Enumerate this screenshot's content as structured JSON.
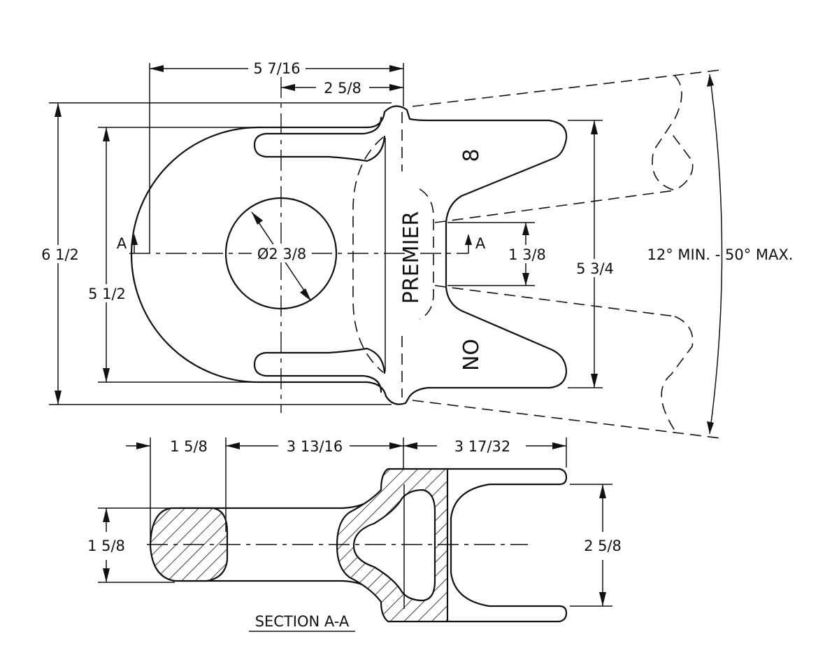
{
  "view": {
    "top_view": {
      "dim_overall_length": "5 7/16",
      "dim_bore_to_edge": "2 5/8",
      "dim_overall_height": "6 1/2",
      "dim_inner_height": "5 1/2",
      "dim_bore_diameter": "Ø2 3/8",
      "dim_slot_width": "1 3/8",
      "dim_jaw_height": "5 3/4",
      "dim_angle": "12° MIN. - 50° MAX.",
      "section_marker_left": "A",
      "section_marker_right": "A",
      "marking_brand": "PREMIER",
      "marking_no": "NO",
      "marking_size": "8"
    },
    "section_view": {
      "dim_ring_width": "1 5/8",
      "dim_shank_length": "3 13/16",
      "dim_jaw_length": "3 17/32",
      "dim_ring_height": "1 5/8",
      "dim_jaw_opening": "2 5/8",
      "title": "SECTION A-A"
    }
  }
}
